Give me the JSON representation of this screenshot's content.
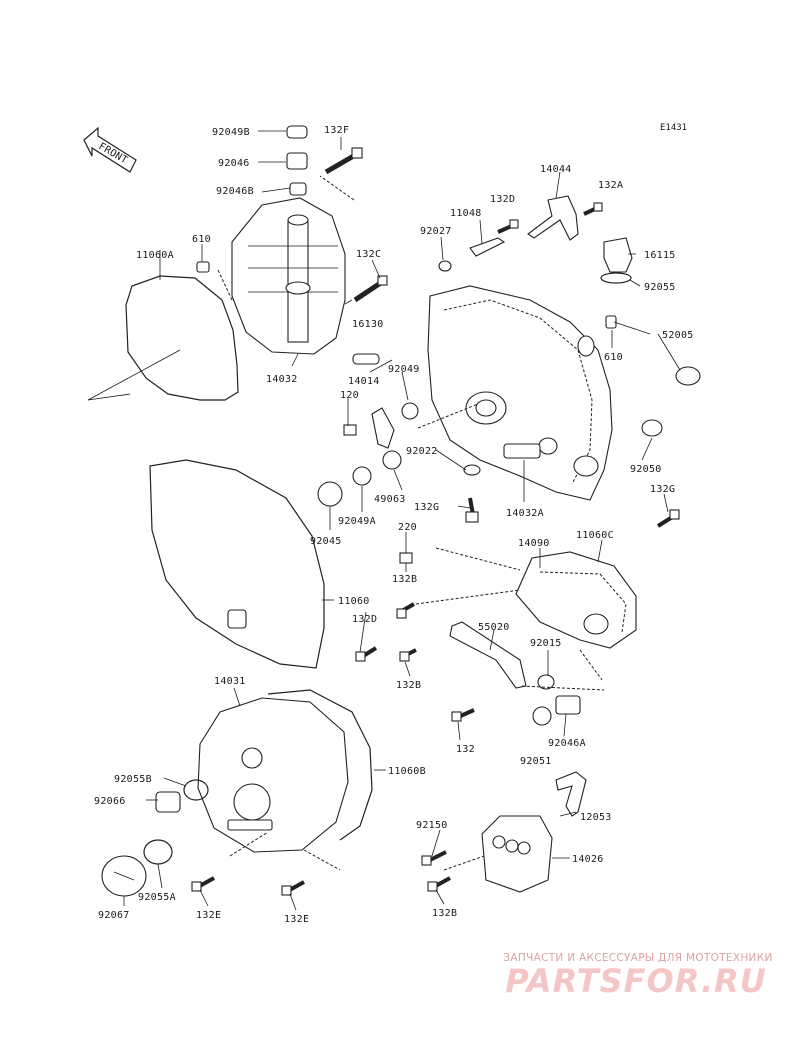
{
  "diagram": {
    "code": "E1431",
    "front_label": "FRONT",
    "parts": [
      "92049B",
      "132F",
      "92046",
      "92046B",
      "610",
      "11060A",
      "132C",
      "16130",
      "14032",
      "92027",
      "11048",
      "132D",
      "14044",
      "132A",
      "16115",
      "92055",
      "52005",
      "610",
      "14014",
      "92049",
      "120",
      "92022",
      "49063",
      "92049A",
      "92045",
      "132G",
      "14032A",
      "92050",
      "132G",
      "220",
      "132B",
      "11060",
      "14090",
      "11060C",
      "132D",
      "55020",
      "92015",
      "132B",
      "132",
      "92046A",
      "92051",
      "14031",
      "11060B",
      "92055B",
      "92066",
      "92150",
      "12053",
      "14026",
      "92055A",
      "92067",
      "132E",
      "132E",
      "132B"
    ]
  },
  "watermark": {
    "caption": "ЗАПЧАСТИ И АКСЕССУАРЫ ДЛЯ МОТОТЕХНИКИ",
    "logo": "PARTSFOR.RU"
  }
}
